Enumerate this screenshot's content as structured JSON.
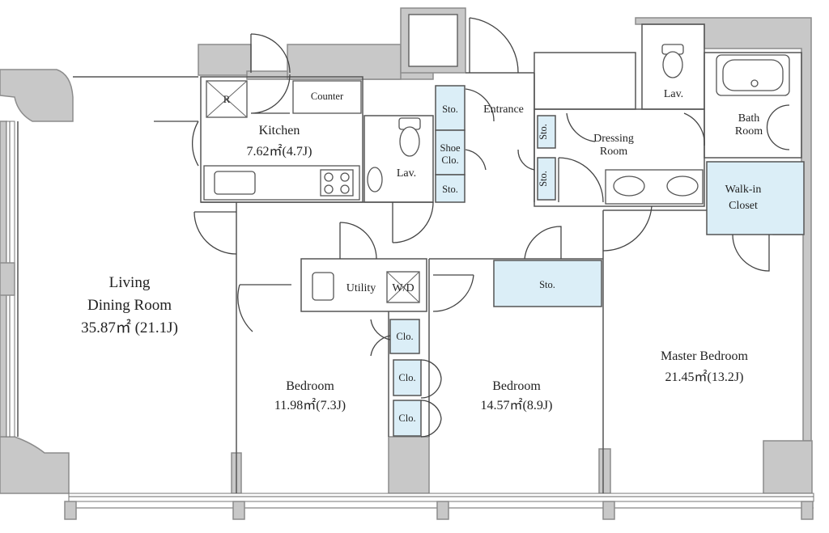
{
  "rooms": {
    "living": {
      "name": "Living",
      "name2": "Dining Room",
      "area": "35.87㎡ (21.1J)"
    },
    "kitchen": {
      "name": "Kitchen",
      "area": "7.62㎡(4.7J)"
    },
    "bedroom1": {
      "name": "Bedroom",
      "area": "11.98㎡(7.3J)"
    },
    "bedroom2": {
      "name": "Bedroom",
      "area": "14.57㎡(8.9J)"
    },
    "master": {
      "name": "Master Bedroom",
      "area": "21.45㎡(13.2J)"
    },
    "entrance": "Entrance",
    "dressing": {
      "line1": "Dressing",
      "line2": "Room"
    },
    "bath": {
      "line1": "Bath",
      "line2": "Room"
    },
    "walkin": {
      "line1": "Walk-in",
      "line2": "Closet"
    },
    "utility": "Utility",
    "wd": "W/D",
    "counter": "Counter",
    "refrigerator": "R",
    "lav_toilet": "Lav.",
    "lav_upper": "Lav.",
    "storage_large": "Sto.",
    "sto_entrance_top": "Sto.",
    "sto_entrance_bottom": "Sto.",
    "shoe_closet": {
      "line1": "Shoe",
      "line2": "Clo."
    },
    "sto_small_1": "Sto.",
    "sto_small_2": "Sto.",
    "clo_1": "Clo.",
    "clo_2": "Clo.",
    "clo_3": "Clo."
  },
  "colors": {
    "wall": "#c8c8c8",
    "storage": "#dbeef7",
    "line": "#555555"
  }
}
